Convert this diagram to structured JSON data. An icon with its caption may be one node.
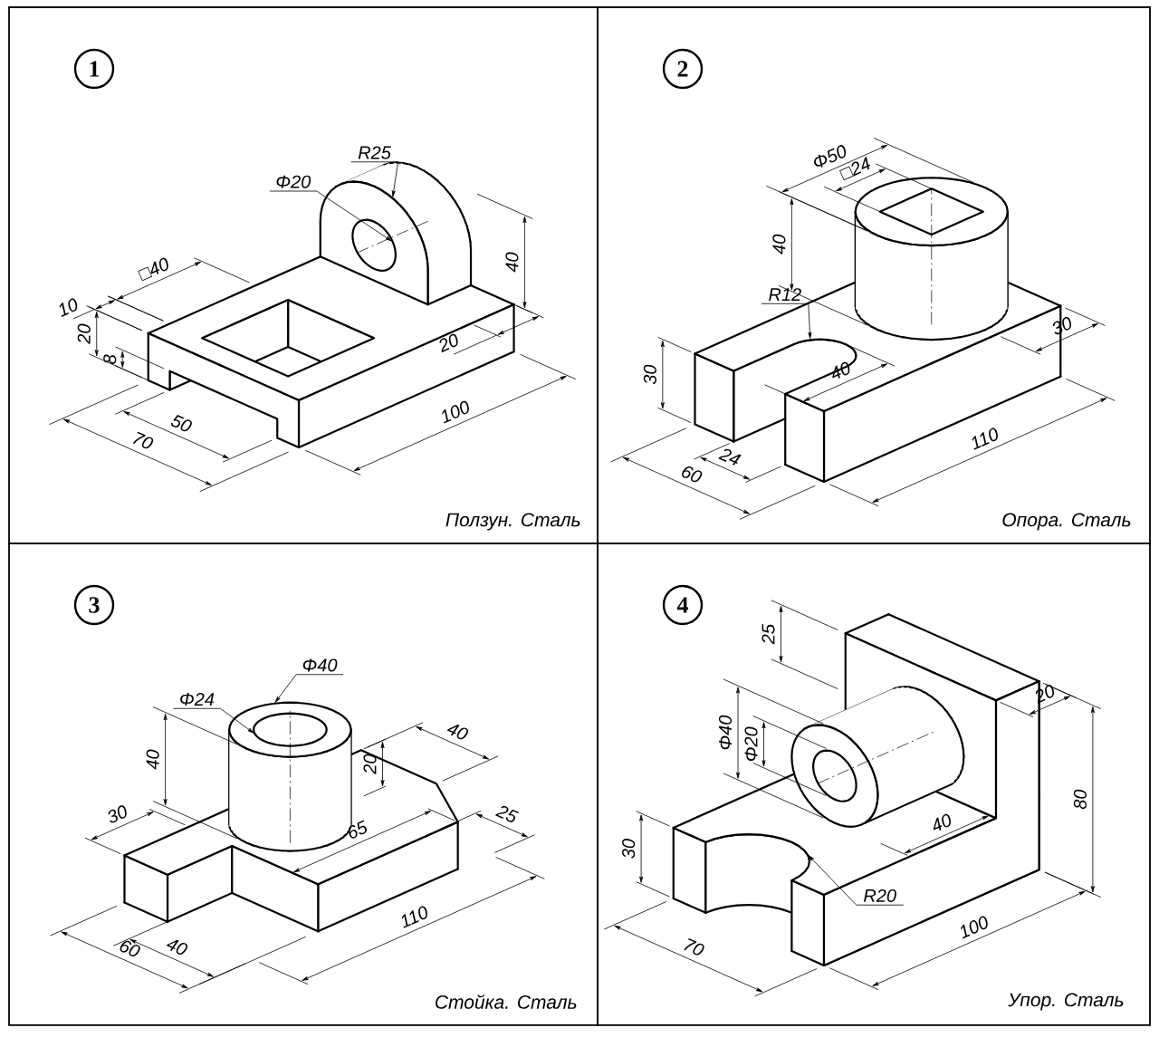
{
  "diagram": {
    "nodes": [
      {
        "text": [
          "Ползун. Сталь"
        ]
      },
      {
        "text": [
          "1"
        ],
        "in": 0
      },
      {
        "text": [
          "Опора. Сталь"
        ]
      },
      {
        "text": [
          "2"
        ],
        "in": 2
      },
      {
        "text": [
          "Стойка. Сталь"
        ]
      },
      {
        "text": [
          "3"
        ],
        "in": 4
      },
      {
        "text": [
          "Упор. Сталь"
        ]
      },
      {
        "text": [
          "4"
        ],
        "in": 6
      }
    ],
    "labels": [
      "R25",
      "Φ20",
      "□40",
      "10",
      "20",
      "8",
      "40",
      "20",
      "50",
      "100",
      "70",
      "Φ50",
      "□24",
      "40",
      "R12",
      "30",
      "30",
      "40",
      "110",
      "24",
      "60",
      "Φ40",
      "Φ24",
      "40",
      "40",
      "30",
      "20",
      "25",
      "65",
      "40",
      "110",
      "60",
      "25",
      "Φ40",
      "Φ20",
      "20",
      "80",
      "40",
      "30",
      "R20",
      "100",
      "70"
    ]
  }
}
